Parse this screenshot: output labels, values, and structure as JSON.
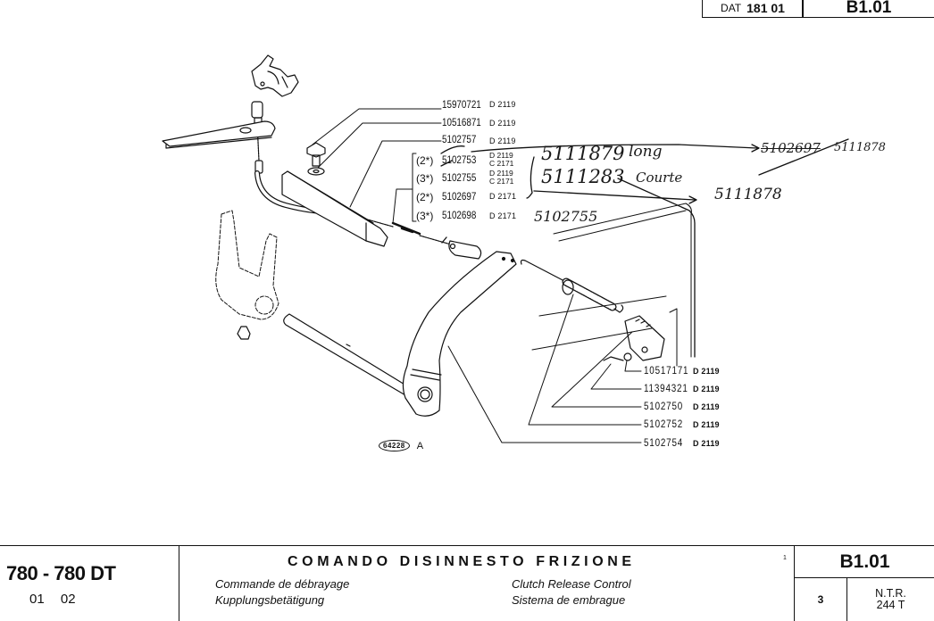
{
  "header": {
    "dat_label": "DAT",
    "dat_number": "181 01",
    "page_code": "B1.01"
  },
  "parts_upper": [
    {
      "qty": "",
      "part_no": "15970721",
      "codes": [
        "D 2119"
      ]
    },
    {
      "qty": "",
      "part_no": "10516871",
      "codes": [
        "D 2119"
      ]
    },
    {
      "qty": "",
      "part_no": "5102757",
      "codes": [
        "D 2119"
      ]
    },
    {
      "qty": "(2*)",
      "part_no": "5102753",
      "codes": [
        "D 2119",
        "C 2171"
      ]
    },
    {
      "qty": "(3*)",
      "part_no": "5102755",
      "codes": [
        "D 2119",
        "C 2171"
      ]
    },
    {
      "qty": "(2*)",
      "part_no": "5102697",
      "codes": [
        "D 2171"
      ]
    },
    {
      "qty": "(3*)",
      "part_no": "5102698",
      "codes": [
        "D 2171"
      ]
    }
  ],
  "parts_lower": [
    {
      "part_no": "10517171",
      "code": "D 2119"
    },
    {
      "part_no": "11394321",
      "code": "D 2119"
    },
    {
      "part_no": "5102750",
      "code": "D 2119"
    },
    {
      "part_no": "5102752",
      "code": "D 2119"
    },
    {
      "part_no": "5102754",
      "code": "D 2119"
    }
  ],
  "handwritten": {
    "line1_no": "5111879",
    "line1_word": "long",
    "line2_no": "5111283",
    "line2_word": "Courte",
    "arrow_target_struck": "5102697",
    "arrow_target_new": "5111878",
    "lower_target": "5111878",
    "note_5102755": "5102755"
  },
  "figure": {
    "ref": "64228",
    "letter": "A"
  },
  "footer": {
    "model": "780 - 780 DT",
    "codes": "01 02",
    "title": "COMANDO DISINNESTO FRIZIONE",
    "fr": "Commande de débrayage",
    "de": "Kupplungsbetätigung",
    "en": "Clutch Release Control",
    "es": "Sistema de embrague",
    "superscript": "1",
    "page_code": "B1.01",
    "sheet": "3",
    "ntr_label": "N.T.R.",
    "ntr_value": "244 T"
  }
}
